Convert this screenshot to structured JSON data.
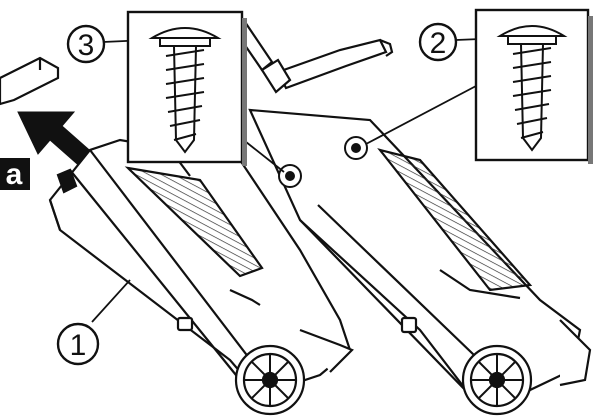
{
  "figure": {
    "label_a": "a",
    "callouts": [
      {
        "id": "1",
        "text": "1"
      },
      {
        "id": "2",
        "text": "2"
      },
      {
        "id": "3",
        "text": "3"
      }
    ],
    "colors": {
      "line": "#111111",
      "label_bg": "#111111",
      "background": "#ffffff"
    }
  }
}
